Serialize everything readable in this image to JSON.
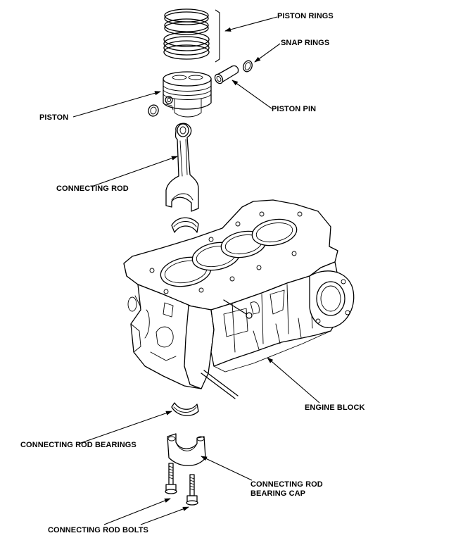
{
  "labels": {
    "piston_rings": "PISTON RINGS",
    "snap_rings": "SNAP RINGS",
    "piston": "PISTON",
    "piston_pin": "PISTON PIN",
    "connecting_rod": "CONNECTING ROD",
    "engine_block": "ENGINE BLOCK",
    "connecting_rod_bearings": "CONNECTING ROD BEARINGS",
    "connecting_rod_bearing_cap_line1": "CONNECTING ROD",
    "connecting_rod_bearing_cap_line2": "BEARING CAP",
    "connecting_rod_bolts": "CONNECTING ROD BOLTS"
  }
}
